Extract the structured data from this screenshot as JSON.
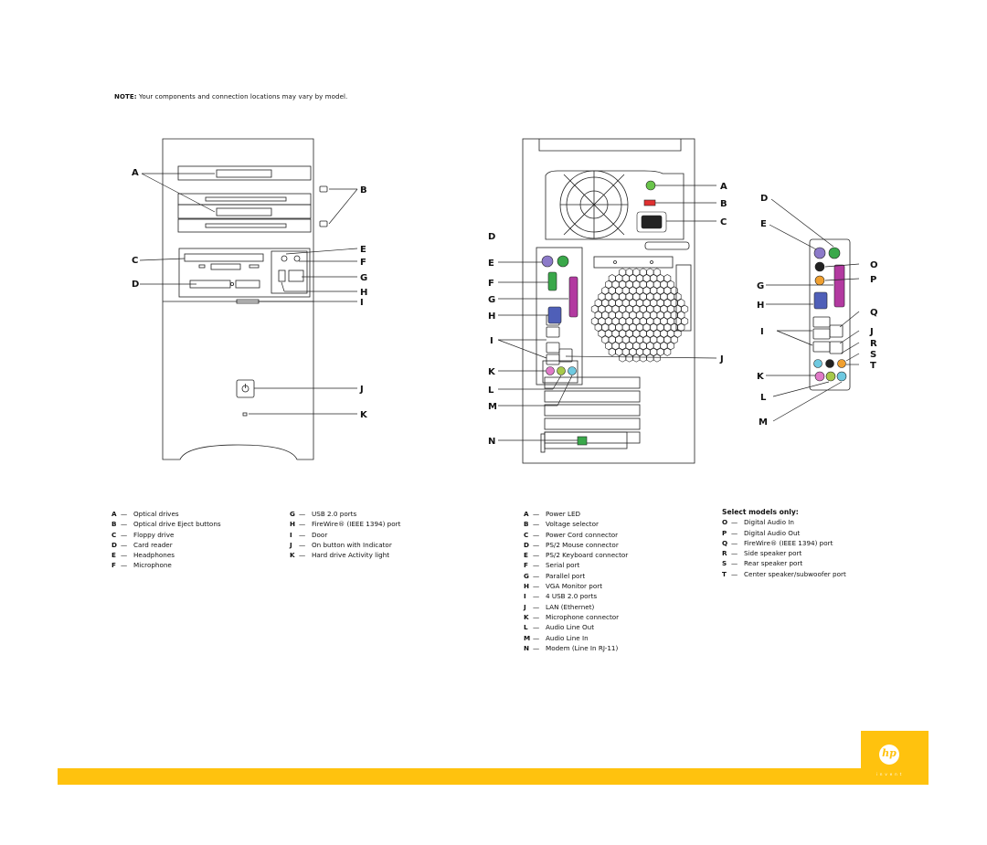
{
  "note": {
    "label": "NOTE:",
    "text": "Your components and connection locations may vary by model."
  },
  "front_callouts": {
    "A": "A",
    "B": "B",
    "C": "C",
    "D": "D",
    "E": "E",
    "F": "F",
    "G": "G",
    "H": "H",
    "I": "I",
    "J": "J",
    "K": "K"
  },
  "rear_callouts_left": {
    "D": "D",
    "E": "E",
    "F": "F",
    "G": "G",
    "H": "H",
    "I": "I",
    "K": "K",
    "L": "L",
    "M": "M",
    "N": "N"
  },
  "rear_callouts_right": {
    "A": "A",
    "B": "B",
    "C": "C",
    "J": "J"
  },
  "panel_callouts": {
    "D": "D",
    "E": "E",
    "G": "G",
    "H": "H",
    "I": "I",
    "K": "K",
    "L": "L",
    "M": "M",
    "O": "O",
    "P": "P",
    "Q": "Q",
    "J": "J",
    "R": "R",
    "S": "S",
    "T": "T"
  },
  "front_legend_1": [
    {
      "key": "A",
      "text": "Optical drives"
    },
    {
      "key": "B",
      "text": "Optical drive Eject buttons"
    },
    {
      "key": "C",
      "text": "Floppy drive"
    },
    {
      "key": "D",
      "text": "Card reader"
    },
    {
      "key": "E",
      "text": "Headphones"
    },
    {
      "key": "F",
      "text": "Microphone"
    }
  ],
  "front_legend_2": [
    {
      "key": "G",
      "text": "USB 2.0 ports"
    },
    {
      "key": "H",
      "text": "FireWire® (IEEE 1394) port"
    },
    {
      "key": "I",
      "text": "Door"
    },
    {
      "key": "J",
      "text": "On button with Indicator"
    },
    {
      "key": "K",
      "text": "Hard drive Activity light"
    }
  ],
  "rear_legend": [
    {
      "key": "A",
      "text": "Power LED"
    },
    {
      "key": "B",
      "text": "Voltage selector"
    },
    {
      "key": "C",
      "text": "Power Cord connector"
    },
    {
      "key": "D",
      "text": "PS/2 Mouse connector"
    },
    {
      "key": "E",
      "text": "PS/2 Keyboard connector"
    },
    {
      "key": "F",
      "text": "Serial port"
    },
    {
      "key": "G",
      "text": "Parallel port"
    },
    {
      "key": "H",
      "text": "VGA Monitor port"
    },
    {
      "key": "I",
      "text": "4 USB 2.0 ports"
    },
    {
      "key": "J",
      "text": "LAN (Ethernet)"
    },
    {
      "key": "K",
      "text": "Microphone connector"
    },
    {
      "key": "L",
      "text": "Audio Line Out"
    },
    {
      "key": "M",
      "text": "Audio Line In"
    },
    {
      "key": "N",
      "text": "Modem (Line In RJ-11)"
    }
  ],
  "select_models": {
    "title": "Select models only:",
    "items": [
      {
        "key": "O",
        "text": "Digital Audio In"
      },
      {
        "key": "P",
        "text": "Digital Audio Out"
      },
      {
        "key": "Q",
        "text": "FireWire® (IEEE 1394) port"
      },
      {
        "key": "R",
        "text": "Side speaker port"
      },
      {
        "key": "S",
        "text": "Rear speaker port"
      },
      {
        "key": "T",
        "text": "Center speaker/subwoofer port"
      }
    ]
  },
  "dash": "—",
  "logo": {
    "mark": "hp",
    "tagline": "invent"
  },
  "colors": {
    "orange": "#ffc20e",
    "mouse_purple": "#8c7ac9",
    "keyboard_green": "#3aa84a",
    "parallel_magenta": "#b23aa0",
    "vga_blue": "#4f5fb8",
    "mic_pink": "#e07ac8",
    "lineout_lime": "#a7c94a",
    "linein_cyan": "#6ec9e0",
    "led_green": "#69c44a",
    "voltage_red": "#e03030",
    "digital_orange": "#f0a030"
  }
}
